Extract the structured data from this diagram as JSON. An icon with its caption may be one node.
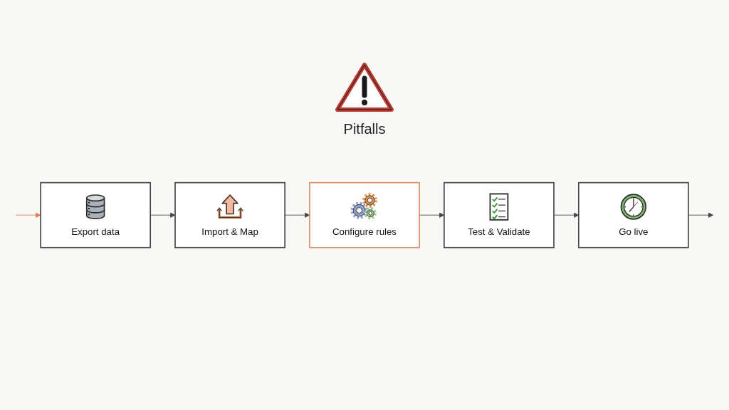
{
  "diagram": {
    "nodes": [
      {
        "text": [
          "Export data"
        ]
      },
      {
        "text": [
          "Import & Map"
        ]
      },
      {
        "text": [
          "Configure rules"
        ]
      },
      {
        "text": [
          "Test & Validate"
        ]
      },
      {
        "text": [
          "Go live"
        ]
      }
    ],
    "edges": [
      {
        "from": null,
        "to": 0,
        "arrow": "to",
        "color": "#e07a4a"
      },
      {
        "from": 0,
        "to": 1,
        "arrow": "to"
      },
      {
        "from": 1,
        "to": 2,
        "arrow": "to"
      },
      {
        "from": 2,
        "to": 3,
        "arrow": "to"
      },
      {
        "from": 3,
        "to": 4,
        "arrow": "to"
      },
      {
        "from": 4,
        "to": null,
        "arrow": "to"
      }
    ],
    "labels": [
      "Pitfalls"
    ]
  }
}
